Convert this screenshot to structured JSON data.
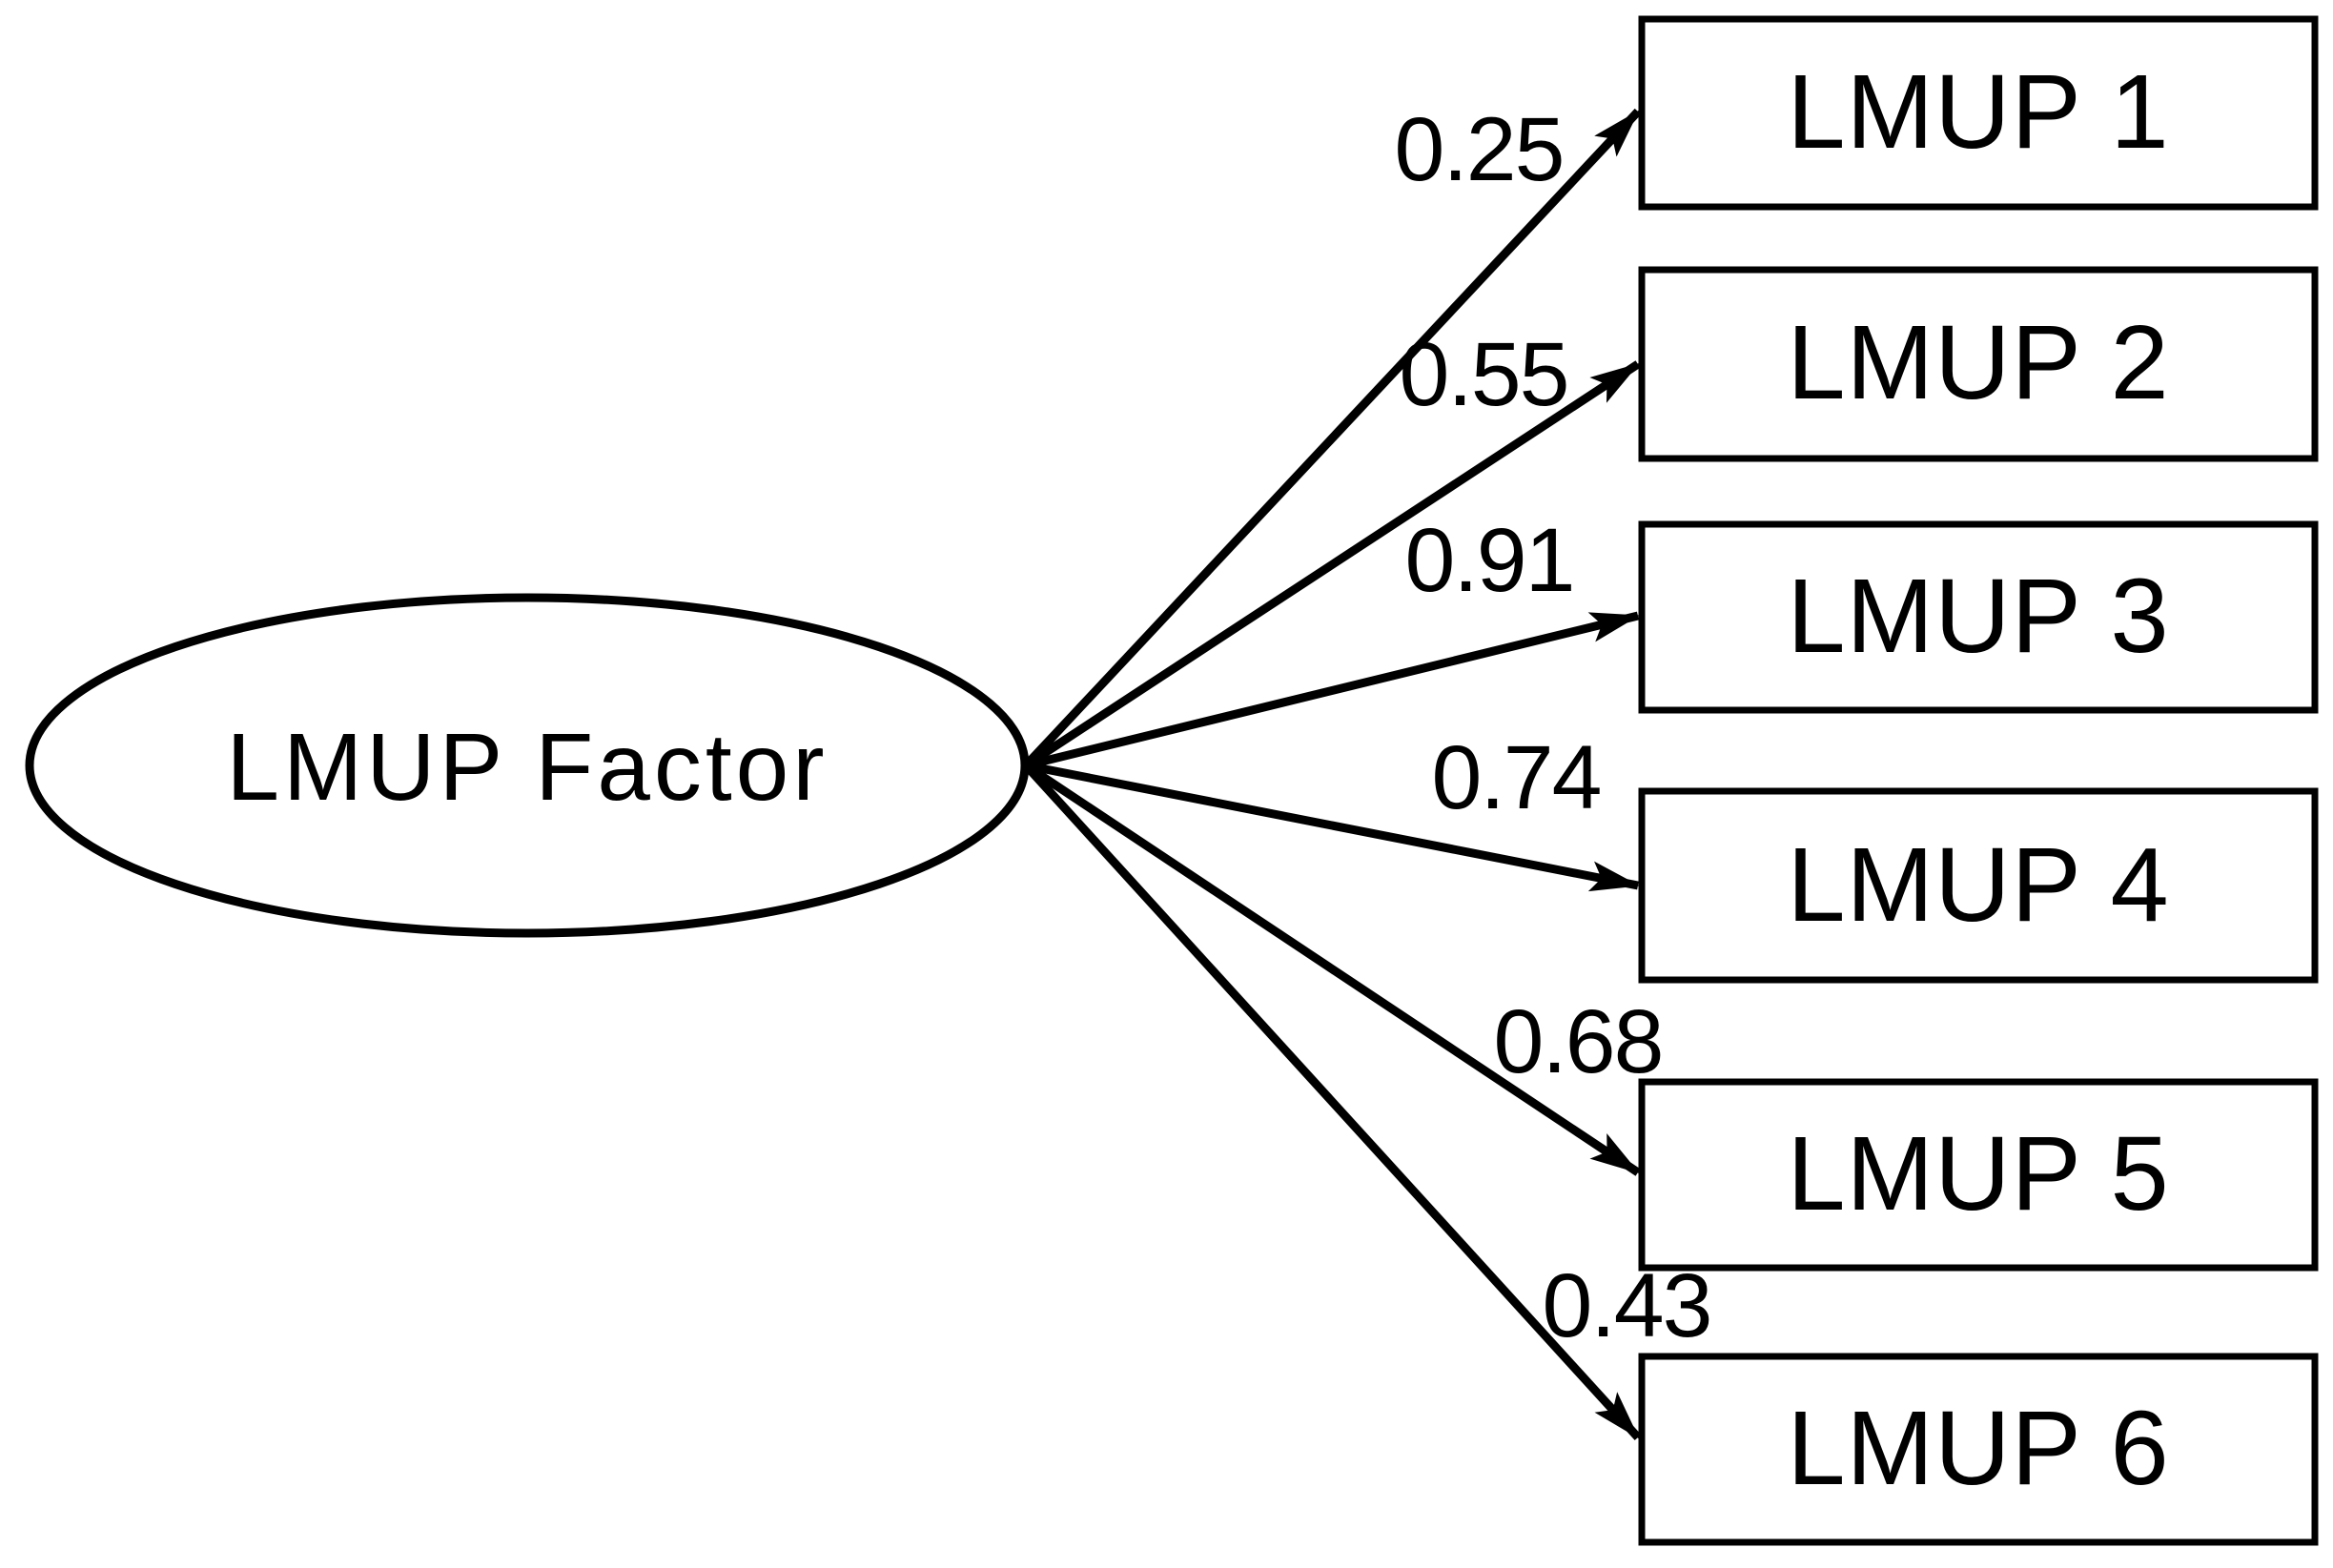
{
  "diagram": {
    "type": "factor-path-diagram",
    "colors": {
      "stroke": "#000000",
      "background": "#ffffff",
      "text": "#000000"
    },
    "factor": {
      "label": "LMUP Factor",
      "shape": "ellipse"
    },
    "indicators": [
      {
        "label": "LMUP 1",
        "loading": "0.25"
      },
      {
        "label": "LMUP 2",
        "loading": "0.55"
      },
      {
        "label": "LMUP 3",
        "loading": "0.91"
      },
      {
        "label": "LMUP 4",
        "loading": "0.74"
      },
      {
        "label": "LMUP 5",
        "loading": "0.68"
      },
      {
        "label": "LMUP 6",
        "loading": "0.43"
      }
    ]
  }
}
